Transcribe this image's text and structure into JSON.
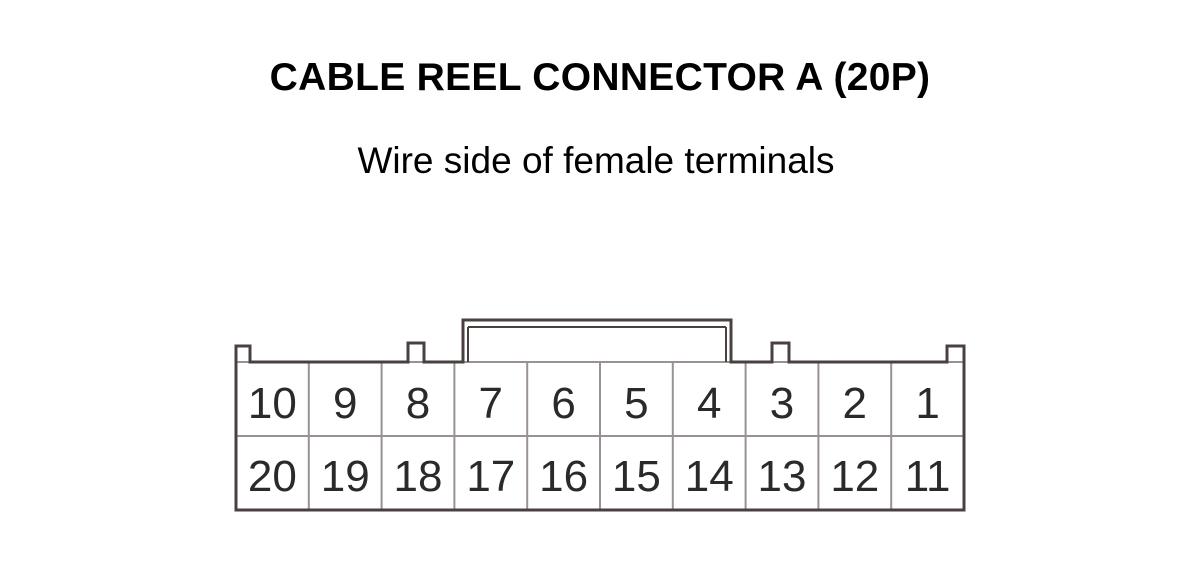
{
  "title": "CABLE REEL CONNECTOR A (20P)",
  "subtitle": "Wire side of female terminals",
  "connector": {
    "top_row": [
      "10",
      "9",
      "8",
      "7",
      "6",
      "5",
      "4",
      "3",
      "2",
      "1"
    ],
    "bottom_row": [
      "20",
      "19",
      "18",
      "17",
      "16",
      "15",
      "14",
      "13",
      "12",
      "11"
    ],
    "outline_color": "#4a4040",
    "grid_color": "#9a9292"
  }
}
